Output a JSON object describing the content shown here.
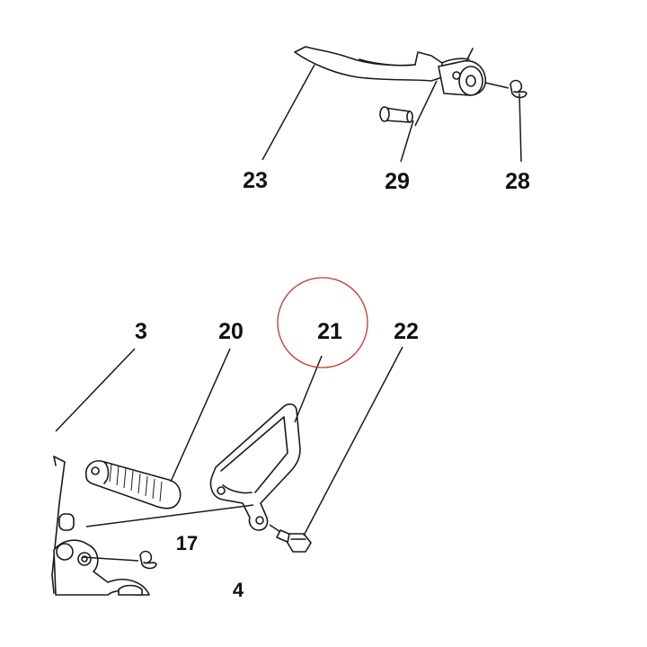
{
  "diagram": {
    "callouts": [
      {
        "id": "23",
        "label": "23"
      },
      {
        "id": "29",
        "label": "29"
      },
      {
        "id": "28",
        "label": "28"
      },
      {
        "id": "3",
        "label": "3"
      },
      {
        "id": "20",
        "label": "20"
      },
      {
        "id": "21",
        "label": "21"
      },
      {
        "id": "22",
        "label": "22"
      },
      {
        "id": "17",
        "label": "17"
      },
      {
        "id": "4",
        "label": "4"
      }
    ],
    "highlight": {
      "target": "21",
      "color": "#c0392b"
    }
  }
}
